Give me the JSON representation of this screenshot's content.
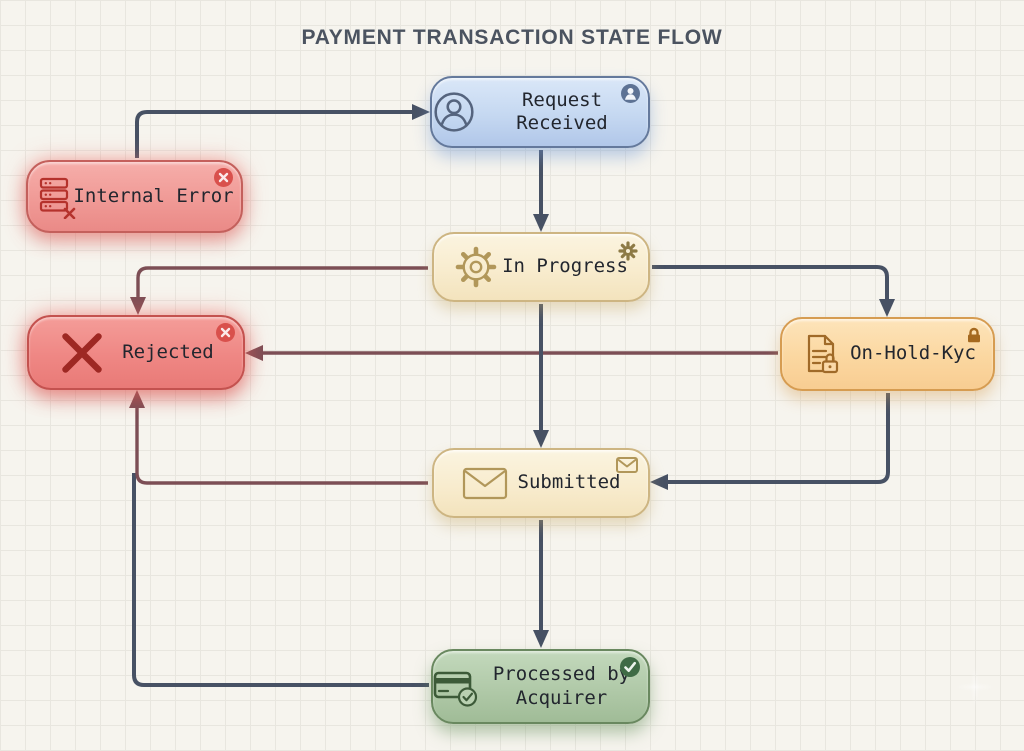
{
  "title": "PAYMENT TRANSACTION STATE FLOW",
  "colors": {
    "edge_normal": "#475164",
    "edge_fail": "#7c4e55",
    "canvas_bg": "#f6f4ee",
    "grid_line": "#e8e6df",
    "blue_border": "#64799c",
    "red_border": "#c4524f",
    "cream_border": "#cdb582",
    "orange_border": "#d69c51",
    "green_border": "#69885f"
  },
  "nodes": {
    "request_received": {
      "label": "Request\nReceived",
      "icon": "user-icon",
      "badge": "user-circle-badge"
    },
    "internal_error": {
      "label": "Internal Error",
      "icon": "server-error-icon",
      "badge": "x-circle-badge"
    },
    "in_progress": {
      "label": "In Progress",
      "icon": "gear-icon",
      "badge": "gear-badge"
    },
    "rejected": {
      "label": "Rejected",
      "icon": "x-mark-icon",
      "badge": "x-circle-badge"
    },
    "on_hold_kyc": {
      "label": "On-Hold-Kyc",
      "icon": "document-lock-icon",
      "badge": "lock-badge"
    },
    "submitted": {
      "label": "Submitted",
      "icon": "envelope-icon",
      "badge": "envelope-badge"
    },
    "processed_by_acquirer": {
      "label": "Processed by\nAcquirer",
      "icon": "card-check-icon",
      "badge": "check-circle-badge"
    }
  },
  "edges": [
    {
      "from": "internal_error",
      "to": "request_received",
      "type": "normal"
    },
    {
      "from": "request_received",
      "to": "in_progress",
      "type": "normal"
    },
    {
      "from": "in_progress",
      "to": "rejected",
      "type": "fail"
    },
    {
      "from": "in_progress",
      "to": "on_hold_kyc",
      "type": "normal"
    },
    {
      "from": "in_progress",
      "to": "submitted",
      "type": "normal"
    },
    {
      "from": "on_hold_kyc",
      "to": "rejected",
      "type": "fail"
    },
    {
      "from": "on_hold_kyc",
      "to": "submitted",
      "type": "normal"
    },
    {
      "from": "submitted",
      "to": "rejected",
      "type": "fail"
    },
    {
      "from": "submitted",
      "to": "processed_by_acquirer",
      "type": "normal"
    },
    {
      "from": "processed_by_acquirer",
      "to": "rejected",
      "type": "normal"
    }
  ]
}
